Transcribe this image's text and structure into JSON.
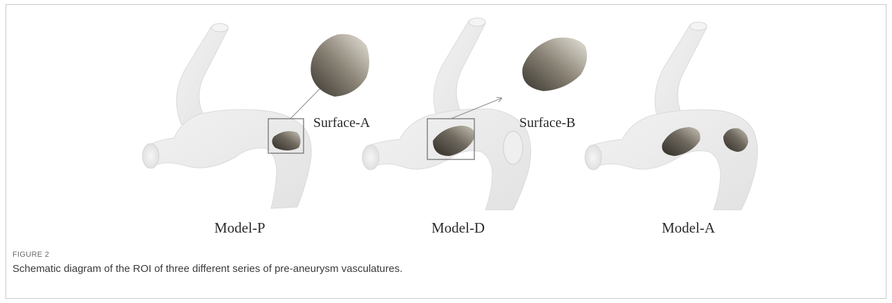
{
  "figure": {
    "panels": [
      {
        "model_label": "Model-P",
        "surface_label": "Surface-A"
      },
      {
        "model_label": "Model-D",
        "surface_label": "Surface-B"
      },
      {
        "model_label": "Model-A"
      }
    ],
    "caption_label": "FIGURE 2",
    "caption_text": "Schematic diagram of the ROI of three different series of pre-aneurysm vasculatures."
  },
  "colors": {
    "vessel_fill": "#ebebeb",
    "vessel_stroke": "#dcdcdc",
    "surface_dark": "#3f3b35",
    "surface_light": "#b9b3a6",
    "box_stroke": "#6a6a6a"
  }
}
